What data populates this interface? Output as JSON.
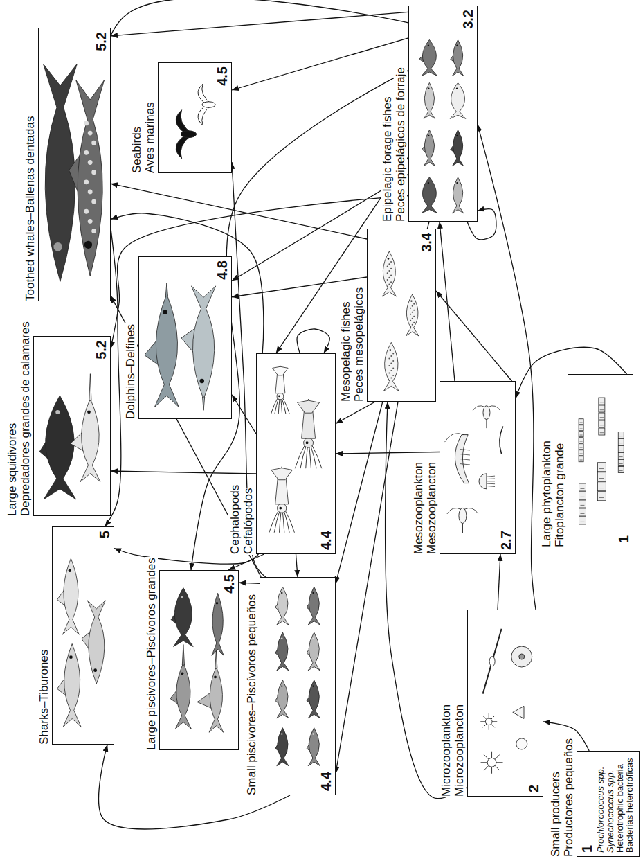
{
  "diagram": {
    "nodes": [
      {
        "text": [
          "Toothed whales–Ballenas dentadas",
          "5.2"
        ]
      },
      {
        "text": [
          "Seabirds",
          "Aves marinas",
          "4.5"
        ]
      },
      {
        "text": [
          "Epipelagic forage fishes",
          "Peces epipelágicos de forraje",
          "3.2"
        ]
      },
      {
        "text": [
          "Dolphins–Delfines",
          "4.8"
        ]
      },
      {
        "text": [
          "Mesopelagic fishes",
          "Peces mesopelágicos",
          "3.4"
        ]
      },
      {
        "text": [
          "Large squidivores",
          "Depredadores grandes de calamares",
          "5.2"
        ]
      },
      {
        "text": [
          "Cephalopods",
          "Cefalópodos",
          "4.4"
        ]
      },
      {
        "text": [
          "Mesozooplankton",
          "Mesozooplancton",
          "2.7"
        ]
      },
      {
        "text": [
          "Large phytoplankton",
          "Fitoplancton grande",
          "1"
        ]
      },
      {
        "text": [
          "Sharks–Tiburones",
          "5"
        ]
      },
      {
        "text": [
          "Large piscivores–Piscívoros grandes",
          "4.5"
        ]
      },
      {
        "text": [
          "Small piscivores–Piscívoros pequeños",
          "4.4"
        ]
      },
      {
        "text": [
          "Microzooplankton",
          "Microzooplancton",
          "2"
        ]
      },
      {
        "text": [
          "Small producers",
          "Productores pequeños",
          "1",
          "Prochlorococcus spp.",
          "Synechococcus spp.",
          "Heterotrophic bacteria",
          "Bacterias heterotróficas"
        ]
      }
    ],
    "edges": [
      {
        "from": 2,
        "to": 0,
        "arrow": "to"
      },
      {
        "from": 2,
        "to": 1,
        "arrow": "to"
      },
      {
        "from": 2,
        "to": 3,
        "arrow": "to"
      },
      {
        "from": 2,
        "to": 5,
        "arrow": "to"
      },
      {
        "from": 2,
        "to": 6,
        "arrow": "to"
      },
      {
        "from": 2,
        "to": 10,
        "arrow": "to"
      },
      {
        "from": 2,
        "to": 11,
        "arrow": "to"
      },
      {
        "from": 2,
        "to": 2,
        "arrow": "to"
      },
      {
        "from": 2,
        "to": 9,
        "arrow": "to"
      },
      {
        "from": 4,
        "to": 0,
        "arrow": "to"
      },
      {
        "from": 4,
        "to": 3,
        "arrow": "to"
      },
      {
        "from": 4,
        "to": 6,
        "arrow": "to"
      },
      {
        "from": 4,
        "to": 11,
        "arrow": "to"
      },
      {
        "from": 6,
        "to": 0,
        "arrow": "to"
      },
      {
        "from": 6,
        "to": 3,
        "arrow": "to"
      },
      {
        "from": 6,
        "to": 5,
        "arrow": "to"
      },
      {
        "from": 6,
        "to": 10,
        "arrow": "to"
      },
      {
        "from": 6,
        "to": 11,
        "arrow": "to"
      },
      {
        "from": 6,
        "to": 6,
        "arrow": "to"
      },
      {
        "from": 6,
        "to": 9,
        "arrow": "to"
      },
      {
        "from": 11,
        "to": 0,
        "arrow": "to"
      },
      {
        "from": 11,
        "to": 1,
        "arrow": "to"
      },
      {
        "from": 11,
        "to": 10,
        "arrow": "to"
      },
      {
        "from": 11,
        "to": 9,
        "arrow": "to"
      },
      {
        "from": 7,
        "to": 2,
        "arrow": "to"
      },
      {
        "from": 7,
        "to": 4,
        "arrow": "to"
      },
      {
        "from": 7,
        "to": 6,
        "arrow": "to"
      },
      {
        "from": 12,
        "to": 7,
        "arrow": "to"
      },
      {
        "from": 12,
        "to": 2,
        "arrow": "to"
      },
      {
        "from": 12,
        "to": 4,
        "arrow": "to"
      },
      {
        "from": 8,
        "to": 7,
        "arrow": "to"
      },
      {
        "from": 13,
        "to": 12,
        "arrow": "to"
      }
    ]
  }
}
